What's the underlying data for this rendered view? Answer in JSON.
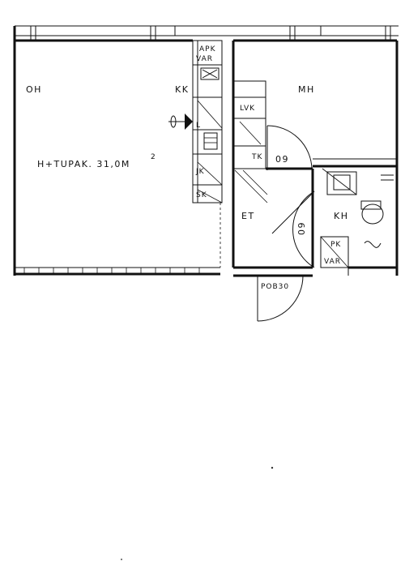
{
  "rooms": {
    "living": "OH",
    "kitchen": "KK",
    "bedroom": "MH",
    "hall": "ET",
    "bathroom": "KH"
  },
  "area_label": "H+TUPAK. 31,0M",
  "area_superscript": "2",
  "fixtures": {
    "apk": "APK",
    "var_top": "VAR",
    "l": "L",
    "jk": "JK",
    "sk": "SK",
    "lvk": "LVK",
    "tk": "TK",
    "pk": "PK",
    "var_bottom": "VAR"
  },
  "door_labels": {
    "bedroom_door": "09",
    "bath_door": "09",
    "entrance": "POB30"
  }
}
